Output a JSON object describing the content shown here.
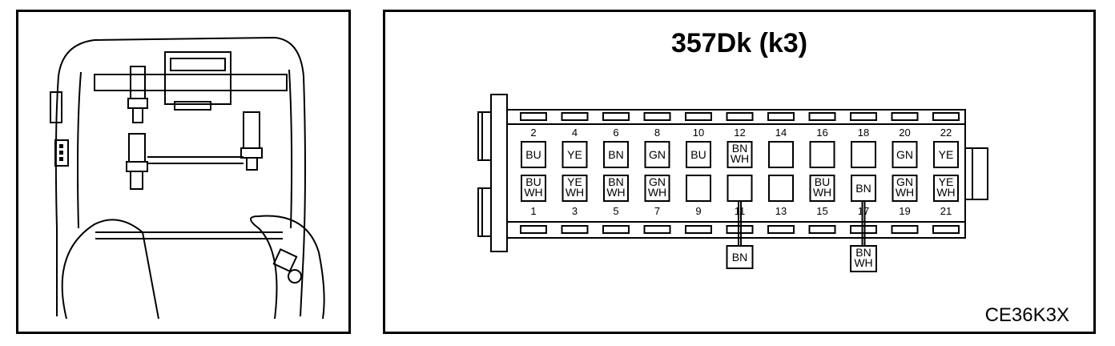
{
  "connector": {
    "title": "357Dk (k3)",
    "code": "CE36K3X",
    "top_pins": [
      {
        "num": "2",
        "colors": [
          "BU"
        ]
      },
      {
        "num": "4",
        "colors": [
          "YE"
        ]
      },
      {
        "num": "6",
        "colors": [
          "BN"
        ]
      },
      {
        "num": "8",
        "colors": [
          "GN"
        ]
      },
      {
        "num": "10",
        "colors": [
          "BU"
        ]
      },
      {
        "num": "12",
        "colors": [
          "BN",
          "WH"
        ]
      },
      {
        "num": "14",
        "colors": []
      },
      {
        "num": "16",
        "colors": []
      },
      {
        "num": "18",
        "colors": []
      },
      {
        "num": "20",
        "colors": [
          "GN"
        ]
      },
      {
        "num": "22",
        "colors": [
          "YE"
        ]
      }
    ],
    "bottom_pins": [
      {
        "num": "1",
        "colors": [
          "BU",
          "WH"
        ]
      },
      {
        "num": "3",
        "colors": [
          "YE",
          "WH"
        ]
      },
      {
        "num": "5",
        "colors": [
          "BN",
          "WH"
        ]
      },
      {
        "num": "7",
        "colors": [
          "GN",
          "WH"
        ]
      },
      {
        "num": "9",
        "colors": []
      },
      {
        "num": "11",
        "colors": []
      },
      {
        "num": "13",
        "colors": []
      },
      {
        "num": "15",
        "colors": [
          "BU",
          "WH"
        ]
      },
      {
        "num": "17",
        "colors": [
          "BN"
        ]
      },
      {
        "num": "19",
        "colors": [
          "GN",
          "WH"
        ]
      },
      {
        "num": "21",
        "colors": [
          "YE",
          "WH"
        ]
      }
    ],
    "external_labels": [
      {
        "pin": "11",
        "colors": [
          "BN"
        ]
      },
      {
        "pin": "17",
        "colors": [
          "BN",
          "WH"
        ]
      }
    ]
  }
}
